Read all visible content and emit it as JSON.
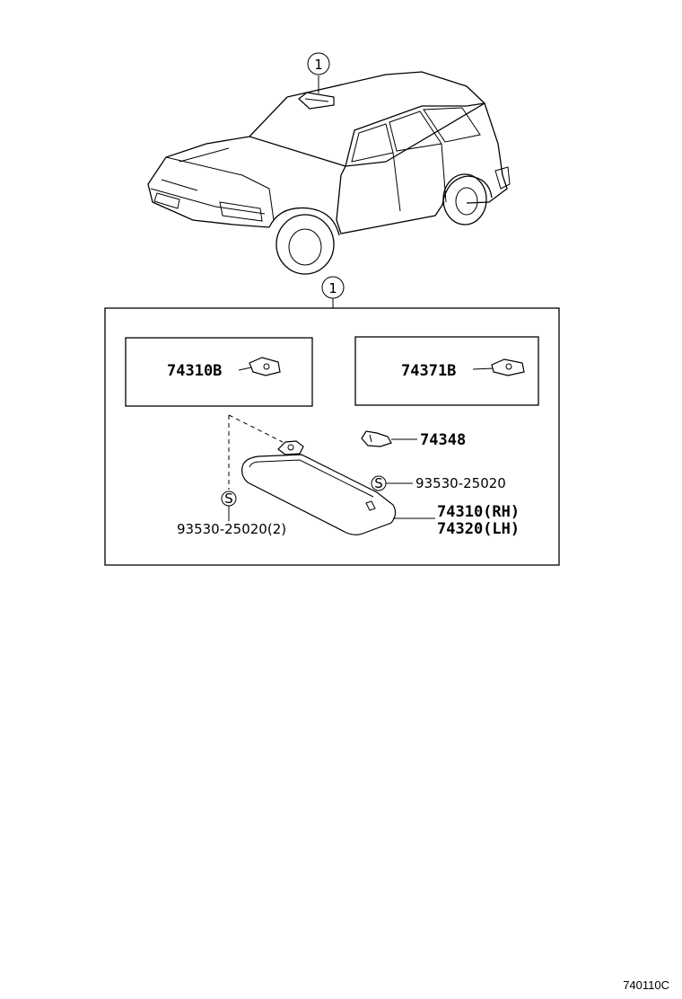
{
  "callouts": {
    "top": "1",
    "group": "1",
    "screw_left": "S",
    "screw_right": "S"
  },
  "parts": {
    "p74310b": "74310B",
    "p74371b": "74371B",
    "p74348": "74348",
    "screw_right_no": "93530-25020",
    "screw_left_no": "93530-25020(2)",
    "visor_rh": "74310(RH)",
    "visor_lh": "74320(LH)"
  },
  "figure_code": "740110C"
}
